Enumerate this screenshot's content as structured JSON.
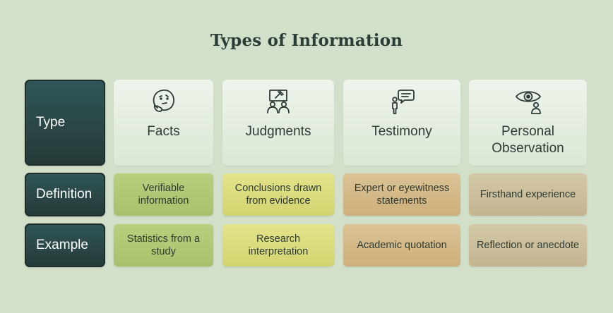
{
  "title": "Types of Information",
  "row_headers": {
    "type": "Type",
    "definition": "Definition",
    "example": "Example"
  },
  "columns": [
    {
      "name": "Facts",
      "icon": "thinking-face-icon",
      "definition": "Verifiable information",
      "example": "Statistics from a study"
    },
    {
      "name": "Judgments",
      "icon": "gavel-people-icon",
      "definition": "Conclusions drawn from evidence",
      "example": "Research interpretation"
    },
    {
      "name": "Testimony",
      "icon": "speaking-person-icon",
      "definition": "Expert or eyewitness statements",
      "example": "Academic quotation"
    },
    {
      "name": "Personal Observation",
      "icon": "eye-person-icon",
      "definition": "Firsthand experience",
      "example": "Reflection or anecdote"
    }
  ],
  "colors": {
    "background": "#d2e0c9",
    "row_header": "#2b4544",
    "facts": "#b3c975",
    "judgments": "#dcdd7e",
    "testimony": "#d4ba88",
    "personal_observation": "#cbbf9c"
  }
}
